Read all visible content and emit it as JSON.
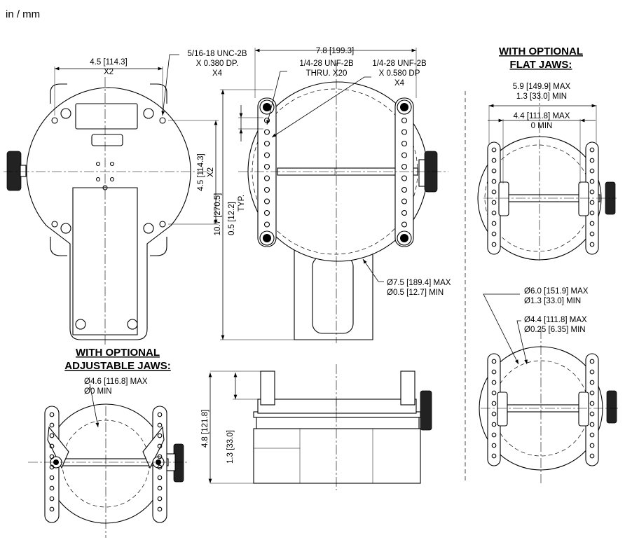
{
  "units_label": "in / mm",
  "headers": {
    "flat_jaws": [
      "WITH OPTIONAL",
      "FLAT JAWS:"
    ],
    "adjustable_jaws": [
      "WITH OPTIONAL",
      "ADJUSTABLE JAWS:"
    ]
  },
  "dims": {
    "front_width": [
      "4.5 [114.3]",
      "X2"
    ],
    "thread_unc": [
      "5/16-18 UNC-2B",
      "X 0.380 DP.",
      "X4"
    ],
    "front_height": [
      "4.5 [114.3]",
      "X2"
    ],
    "overall_width": "7.8 [199.3]",
    "thread_unf_thru": [
      "1/4-28 UNF-2B",
      "THRU. X20"
    ],
    "thread_unf_dp": [
      "1/4-28 UNF-2B",
      "X 0.580 DP",
      "X4"
    ],
    "overall_height": "10.7 [270.5]",
    "hole_pitch": [
      "0.5 [12.2]",
      "TYP."
    ],
    "std_diameter": [
      "Ø7.5 [189.4] MAX",
      "Ø0.5 [12.7] MIN"
    ],
    "flat_max": [
      "5.9 [149.9] MAX",
      "1.3 [33.0] MIN"
    ],
    "flat_inner": [
      "4.4 [111.8] MAX",
      "0 MIN"
    ],
    "flat_dia_outer": [
      "Ø6.0 [151.9] MAX",
      "Ø1.3 [33.0] MIN"
    ],
    "flat_dia_inner": [
      "Ø4.4 [111.8] MAX",
      "Ø0.25 [6.35] MIN"
    ],
    "adj_diameter": [
      "Ø4.6 [116.8] MAX",
      "Ø0 MIN"
    ],
    "side_height": "4.8 [121.8]",
    "side_jaw": "1.3 [33.0]"
  }
}
